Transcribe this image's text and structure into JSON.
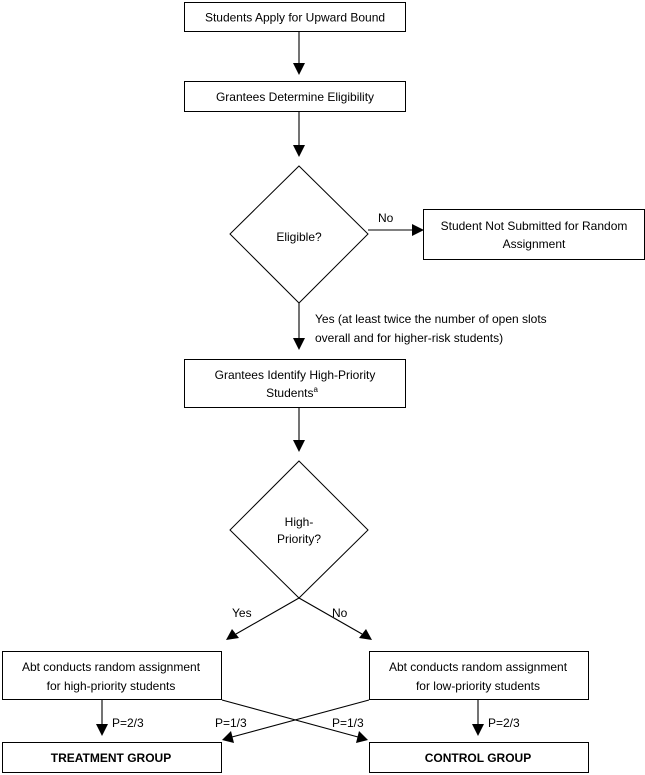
{
  "nodes": {
    "apply": {
      "lines": [
        "Students Apply for Upward Bound"
      ]
    },
    "determine": {
      "lines": [
        "Grantees Determine Eligibility"
      ]
    },
    "eligible": {
      "lines": [
        "Eligible?"
      ]
    },
    "not_submitted": {
      "lines": [
        "Student Not Submitted for Random",
        "Assignment"
      ]
    },
    "identify": {
      "lines": [
        "Grantees Identify High-Priority",
        "Students"
      ],
      "superscript": "a"
    },
    "high_priority": {
      "lines": [
        "High-",
        "Priority?"
      ]
    },
    "ra_high": {
      "lines": [
        "Abt conducts random assignment",
        "for high-priority students"
      ]
    },
    "ra_low": {
      "lines": [
        "Abt conducts random assignment",
        "for low-priority students"
      ]
    },
    "treatment": {
      "lines": [
        "TREATMENT GROUP"
      ]
    },
    "control": {
      "lines": [
        "CONTROL GROUP"
      ]
    }
  },
  "edge_labels": {
    "eligible_no": "No",
    "eligible_yes_line1": "Yes (at least twice the number of open slots",
    "eligible_yes_line2": "overall and for higher-risk students)",
    "priority_yes": "Yes",
    "priority_no": "No",
    "high_to_treatment": "P=2/3",
    "high_to_control": "P=1/3",
    "low_to_treatment": "P=1/3",
    "low_to_control": "P=2/3"
  }
}
